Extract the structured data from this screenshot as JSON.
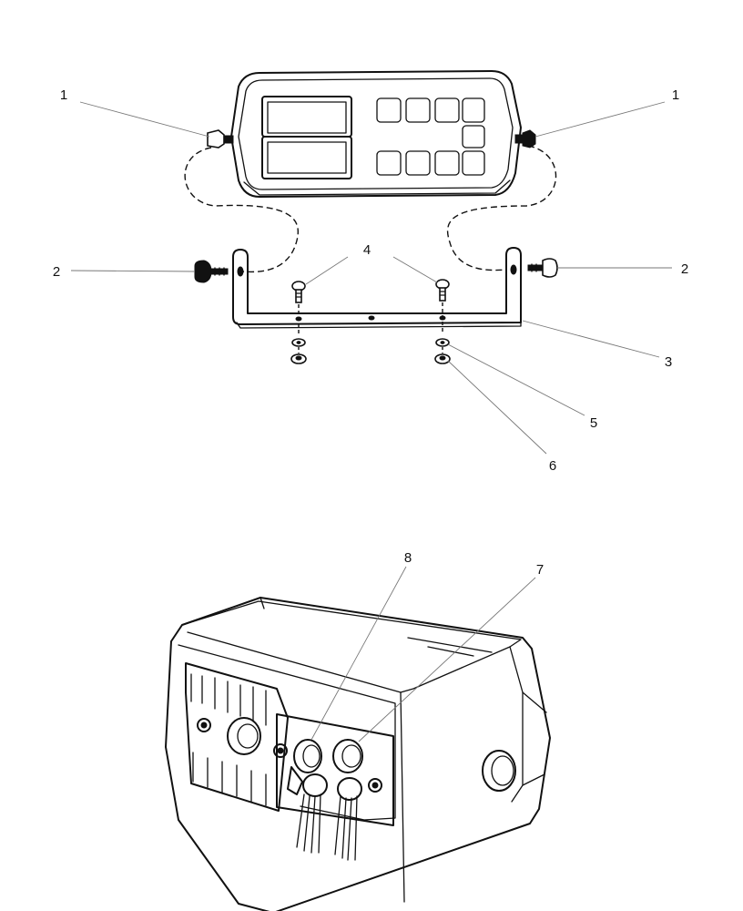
{
  "callouts": {
    "c1_left": "1",
    "c1_right": "1",
    "c2_left": "2",
    "c2_right": "2",
    "c3": "3",
    "c4": "4",
    "c5": "5",
    "c6": "6",
    "c7": "7",
    "c8": "8"
  }
}
